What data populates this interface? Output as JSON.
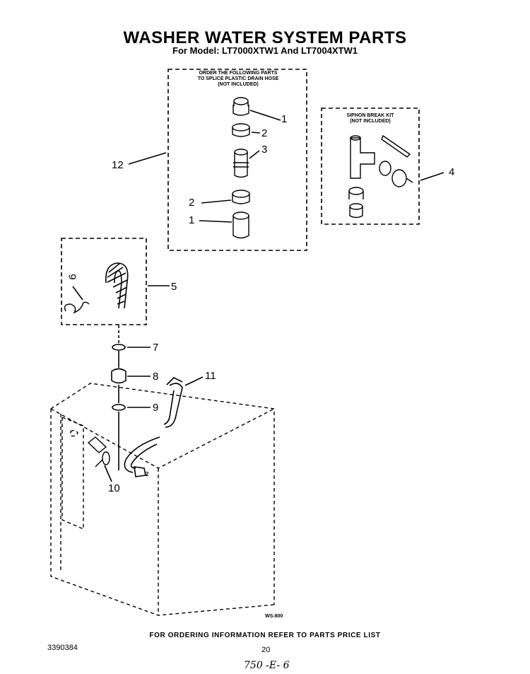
{
  "header": {
    "title": "WASHER WATER SYSTEM PARTS",
    "subtitle": "For Model: LT7000XTW1 And LT7004XTW1"
  },
  "drain_hose_splice_box": {
    "note_lines": [
      "ORDER THE FOLLOWING PARTS",
      "TO SPLICE PLASTIC DRAIN HOSE",
      "(NOT INCLUDED)"
    ]
  },
  "siphon_break_box": {
    "note_lines": [
      "SIPHON BREAK KIT",
      "(NOT INCLUDED)"
    ]
  },
  "callouts": {
    "c1_top": "1",
    "c2_top": "2",
    "c3": "3",
    "c12": "12",
    "c2_bottom": "2",
    "c1_bottom": "1",
    "c4": "4",
    "c5": "5",
    "c6": "6",
    "c7": "7",
    "c8": "8",
    "c9": "9",
    "c10": "10",
    "c11": "11",
    "c2_cabinet": "2"
  },
  "ws_code": "WS-800",
  "footer": {
    "note": "FOR ORDERING INFORMATION REFER TO PARTS PRICE LIST",
    "doc_number": "3390384",
    "page_number": "20",
    "handwritten": "750 -E- 6"
  }
}
